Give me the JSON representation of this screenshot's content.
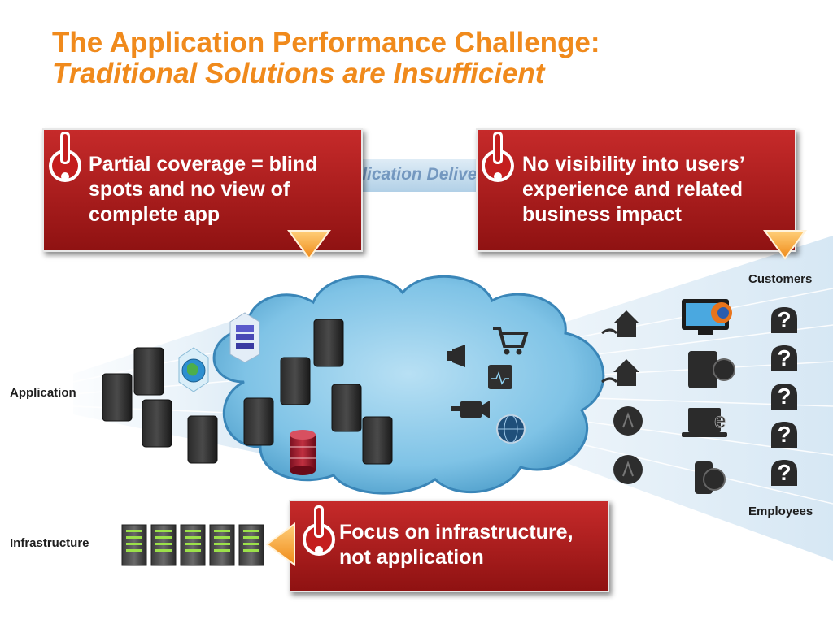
{
  "slide": {
    "title": "The Application Performance Challenge:",
    "subtitle": "Traditional Solutions are Insufficient"
  },
  "callouts": {
    "partial_coverage": "Partial coverage = blind spots and no view of complete app",
    "no_visibility": "No visibility into users’ experience and related business impact",
    "infrastructure_focus": "Focus on infrastructure, not application"
  },
  "background_text": {
    "delivery_chain": "The Application Delivery Chain"
  },
  "labels": {
    "application": "Application",
    "infrastructure": "Infrastructure",
    "customers": "Customers",
    "employees": "Employees"
  },
  "icons": {
    "callout_marker": "exclamation-icon",
    "unknown_user": "question-mark-icon",
    "server": "server-icon",
    "database": "database-icon",
    "cloud": "cloud-icon",
    "globe": "globe-icon",
    "home": "home-icon",
    "cart": "shopping-cart-icon",
    "monitor": "monitor-icon",
    "tablet": "tablet-icon",
    "laptop": "laptop-icon",
    "phone": "phone-icon"
  },
  "colors": {
    "title": "#f08a1c",
    "callout_red": "#b01e1e",
    "pointer_orange": "#f59a2a",
    "cloud_blue": "#7fc3e6"
  }
}
